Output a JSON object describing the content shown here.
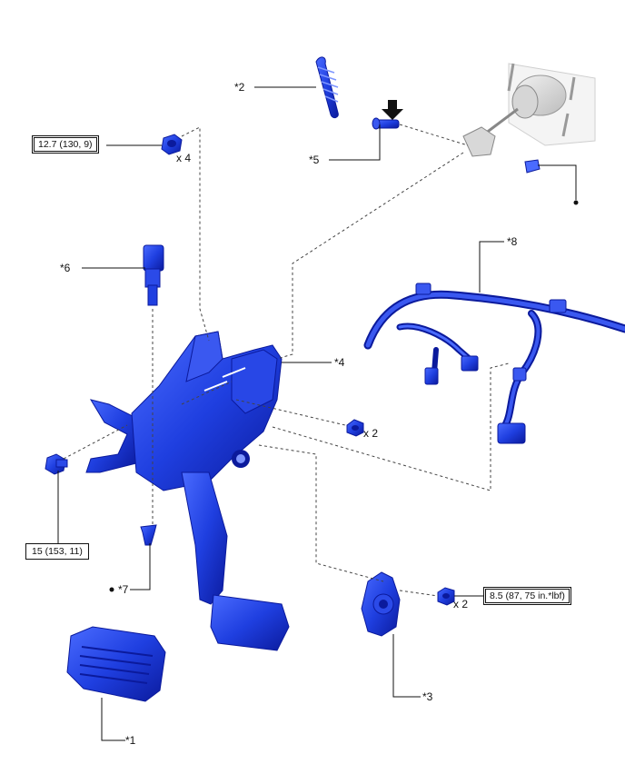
{
  "callouts": {
    "c1": "*1",
    "c2": "*2",
    "c3": "*3",
    "c4": "*4",
    "c5": "*5",
    "c6": "*6",
    "c7": "*7",
    "c8": "*8"
  },
  "torques": {
    "t1": "12.7 (130, 9)",
    "t2": "15 (153, 11)",
    "t3": "8.5 (87, 75 in.*lbf)"
  },
  "quantities": {
    "q1": "x 4",
    "q2": "x 2",
    "q3": "x 2"
  },
  "colors": {
    "part": "#1f3fe0",
    "part_dark": "#0a1a9a",
    "part_light": "#5a78ff",
    "gray_part": "#bfbfbf"
  }
}
